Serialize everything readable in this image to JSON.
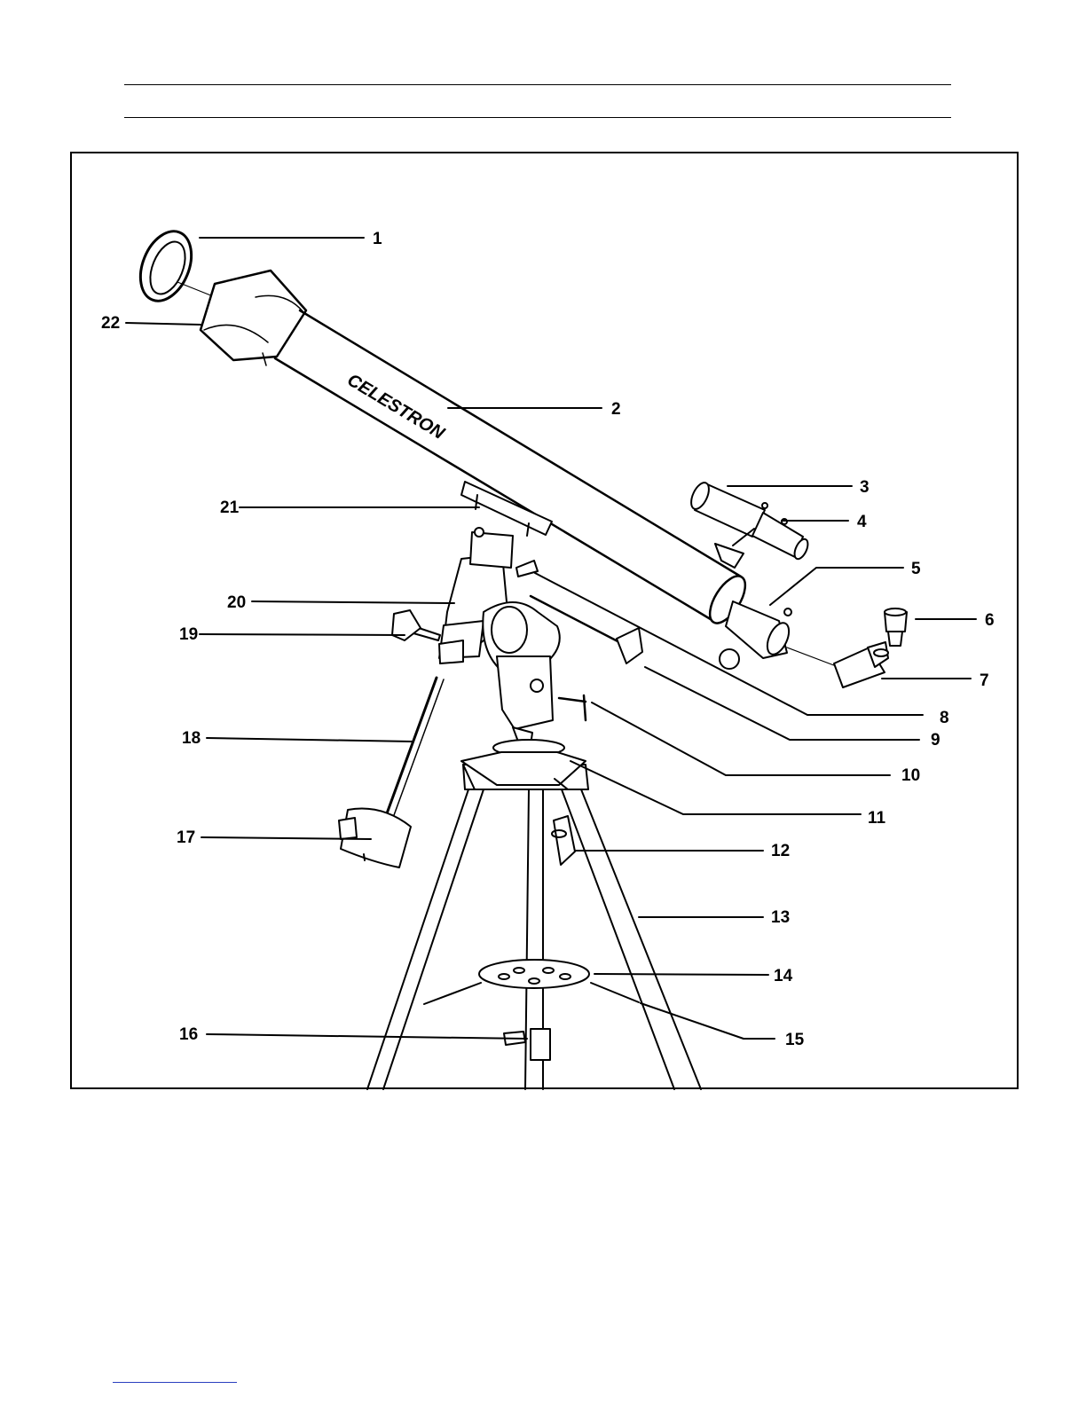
{
  "diagram": {
    "callouts": [
      {
        "id": "1",
        "text": "1"
      },
      {
        "id": "2",
        "text": "2"
      },
      {
        "id": "3",
        "text": "3"
      },
      {
        "id": "4",
        "text": "4"
      },
      {
        "id": "5",
        "text": "5"
      },
      {
        "id": "6",
        "text": "6"
      },
      {
        "id": "7",
        "text": "7"
      },
      {
        "id": "8",
        "text": "8"
      },
      {
        "id": "9",
        "text": "9"
      },
      {
        "id": "10",
        "text": "10"
      },
      {
        "id": "11",
        "text": "11"
      },
      {
        "id": "12",
        "text": "12"
      },
      {
        "id": "13",
        "text": "13"
      },
      {
        "id": "14",
        "text": "14"
      },
      {
        "id": "15",
        "text": "15"
      },
      {
        "id": "16",
        "text": "16"
      },
      {
        "id": "17",
        "text": "17"
      },
      {
        "id": "18",
        "text": "18"
      },
      {
        "id": "19",
        "text": "19"
      },
      {
        "id": "20",
        "text": "20"
      },
      {
        "id": "21",
        "text": "21"
      },
      {
        "id": "22",
        "text": "22"
      }
    ],
    "tube_logo": "CELESTRON",
    "colors": {
      "ink": "#000000",
      "paper": "#ffffff",
      "link_underline": "#2a3fbf"
    }
  }
}
